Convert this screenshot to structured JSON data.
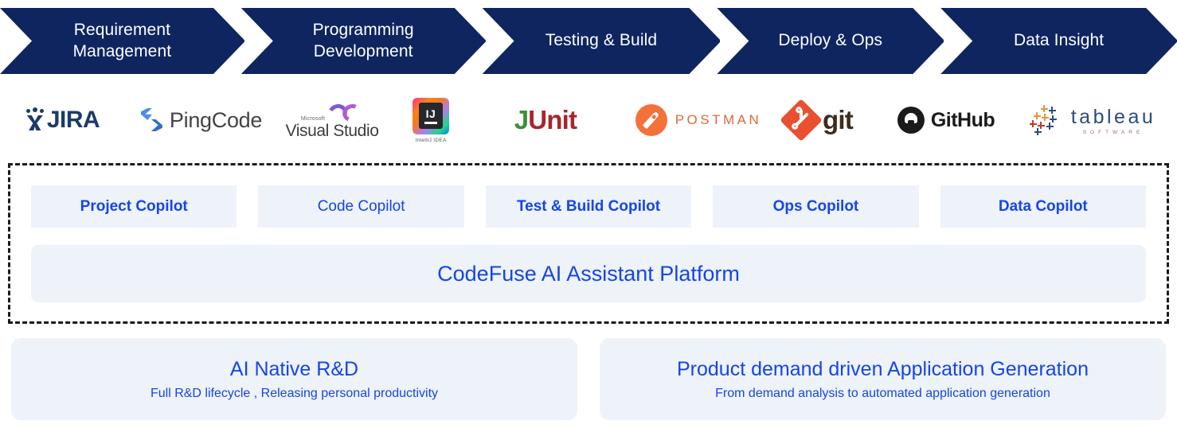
{
  "colors": {
    "banner_navy": "#0E2560",
    "accent_blue": "#1545E8",
    "panel_bg": "#EEF2F9",
    "dash_border": "#1A1A1A"
  },
  "banner": {
    "stages": [
      {
        "label": "Requirement\nManagement",
        "name": "stage-requirement-management"
      },
      {
        "label": "Programming\nDevelopment",
        "name": "stage-programming-development"
      },
      {
        "label": "Testing & Build",
        "name": "stage-testing-build"
      },
      {
        "label": "Deploy & Ops",
        "name": "stage-deploy-ops"
      },
      {
        "label": "Data Insight",
        "name": "stage-data-insight"
      }
    ]
  },
  "logos": {
    "jira": {
      "text": "JIRA"
    },
    "pingcode": {
      "text": "PingCode"
    },
    "visual_studio": {
      "vendor": "Microsoft",
      "name": "Visual Studio"
    },
    "intellij": {
      "mark": "IJ",
      "caption": "IntelliJ IDEA"
    },
    "junit": {
      "part1": "J",
      "part2": "Unit"
    },
    "postman": {
      "text": "POSTMAN"
    },
    "git": {
      "text": "git"
    },
    "github": {
      "text": "GitHub"
    },
    "tableau": {
      "name": "tableau",
      "sub": "SOFTWARE"
    }
  },
  "copilots": [
    {
      "label": "Project Copilot",
      "bold": true
    },
    {
      "label": "Code Copilot",
      "bold": false
    },
    {
      "label": "Test & Build Copilot",
      "bold": true
    },
    {
      "label": "Ops Copilot",
      "bold": true
    },
    {
      "label": "Data Copilot",
      "bold": true
    }
  ],
  "platform": {
    "label": "CodeFuse AI Assistant Platform"
  },
  "bottom_cards": [
    {
      "title": "AI Native R&D",
      "subtitle": "Full R&D lifecycle , Releasing personal productivity"
    },
    {
      "title": "Product demand driven Application Generation",
      "subtitle": "From demand analysis to automated application generation"
    }
  ]
}
